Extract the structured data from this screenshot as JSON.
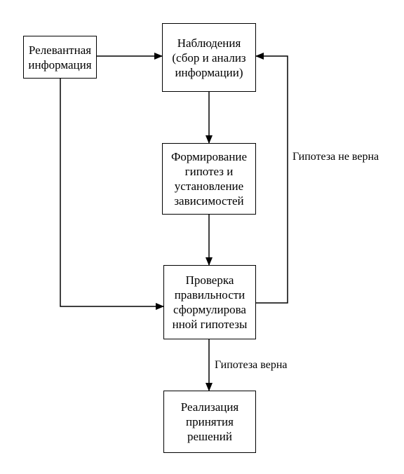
{
  "nodes": {
    "relevant": "Релевантная\nинформация",
    "observation": "Наблюдения\n(сбор и анализ\nинформации)",
    "hypothesis": "Формирование\nгипотез и\nустановление\nзависимостей",
    "verification": "Проверка\nправильности\nсформулирова\nнной гипотезы",
    "implementation": "Реализация\nпринятия\nрешений"
  },
  "edge_labels": {
    "not_true": "Гипотеза не верна",
    "true": "Гипотеза верна"
  }
}
